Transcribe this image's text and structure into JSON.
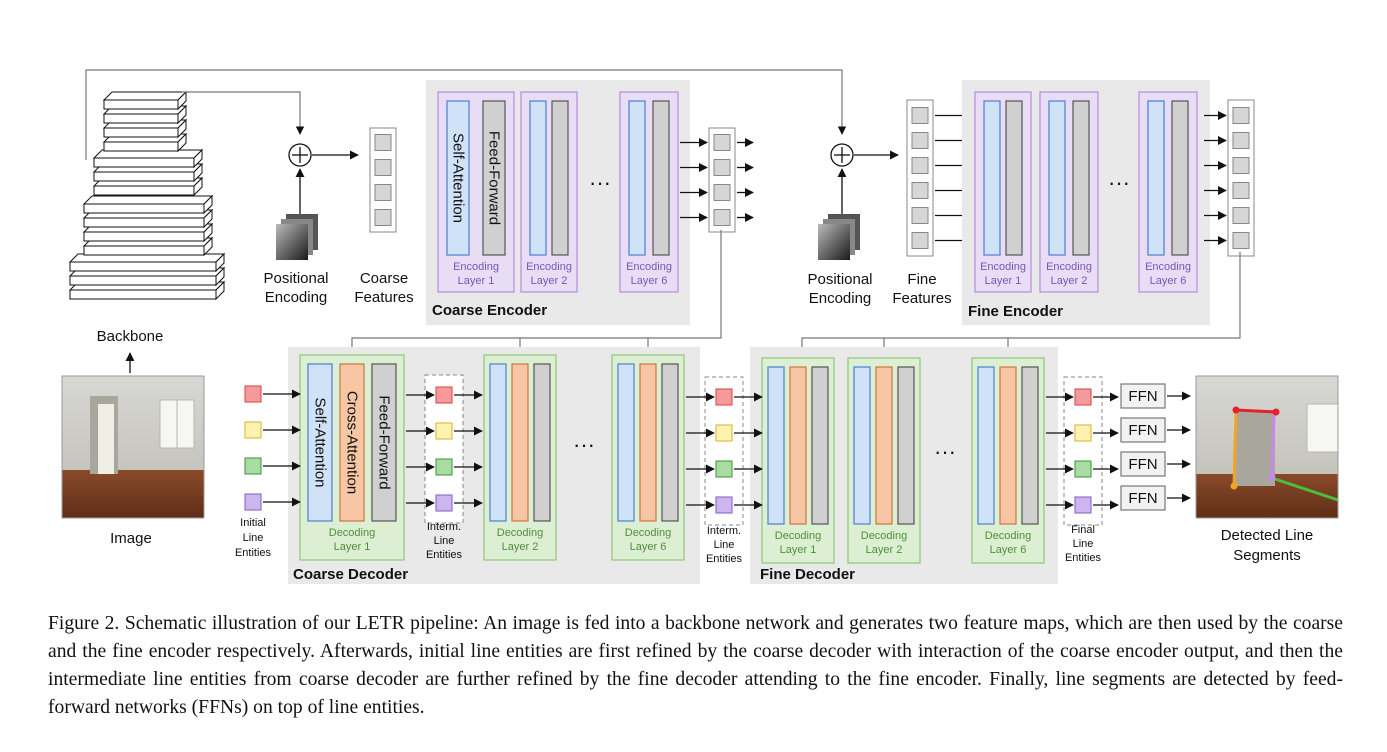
{
  "labels": {
    "backbone": "Backbone",
    "image": "Image",
    "positional_encoding": [
      "Positional",
      "Encoding"
    ],
    "coarse_features": [
      "Coarse",
      "Features"
    ],
    "fine_features": [
      "Fine",
      "Features"
    ],
    "coarse_encoder": "Coarse Encoder",
    "fine_encoder": "Fine Encoder",
    "coarse_decoder": "Coarse Decoder",
    "fine_decoder": "Fine Decoder",
    "self_attention": "Self-Attention",
    "cross_attention": "Cross-Attention",
    "feed_forward": "Feed-Forward",
    "ellipsis": "···",
    "ffn": "FFN",
    "initial_line_entities": [
      "Initial",
      "Line",
      "Entities"
    ],
    "interm_line_entities_a": [
      "Interm.",
      "Line",
      "Entities"
    ],
    "interm_line_entities_b": [
      "Interm.",
      "Line",
      "Entities"
    ],
    "final_line_entities": [
      "Final",
      "Line",
      "Entities"
    ],
    "detected_line_segments": [
      "Detected Line",
      "Segments"
    ]
  },
  "layers": {
    "enc_layer_1": [
      "Encoding",
      "Layer 1"
    ],
    "enc_layer_2": [
      "Encoding",
      "Layer 2"
    ],
    "enc_layer_6": [
      "Encoding",
      "Layer 6"
    ],
    "dec_layer_1": [
      "Decoding",
      "Layer 1"
    ],
    "dec_layer_2": [
      "Decoding",
      "Layer 2"
    ],
    "dec_layer_6": [
      "Decoding",
      "Layer 6"
    ]
  },
  "colors": {
    "self_attention": "#cfe2f7",
    "self_attention_border": "#4a7fd4",
    "cross_attention": "#f6c6a5",
    "cross_attention_border": "#d0763b",
    "feed_forward": "#d0d0d0",
    "encoder_panel": "#e9e9e9",
    "encoder_layer": "#e9ddf5",
    "encoder_layer_border": "#b58be0",
    "decoder_layer": "#dcefd2",
    "decoder_layer_border": "#8fc57a",
    "entity_red": "#f59a9a",
    "entity_yellow": "#fff2b0",
    "entity_green": "#a9dca2",
    "entity_purple": "#cdb6ee"
  },
  "caption": "Figure 2. Schematic illustration of our LETR pipeline: An image is fed into a backbone network and generates two feature maps, which are then used by the coarse and the fine encoder respectively. Afterwards, initial line entities are first refined by the coarse decoder with interaction of the coarse encoder output, and then the intermediate line entities from coarse decoder are further refined by the fine decoder attending to the fine encoder. Finally, line segments are detected by feed-forward networks (FFNs) on top of line entities."
}
